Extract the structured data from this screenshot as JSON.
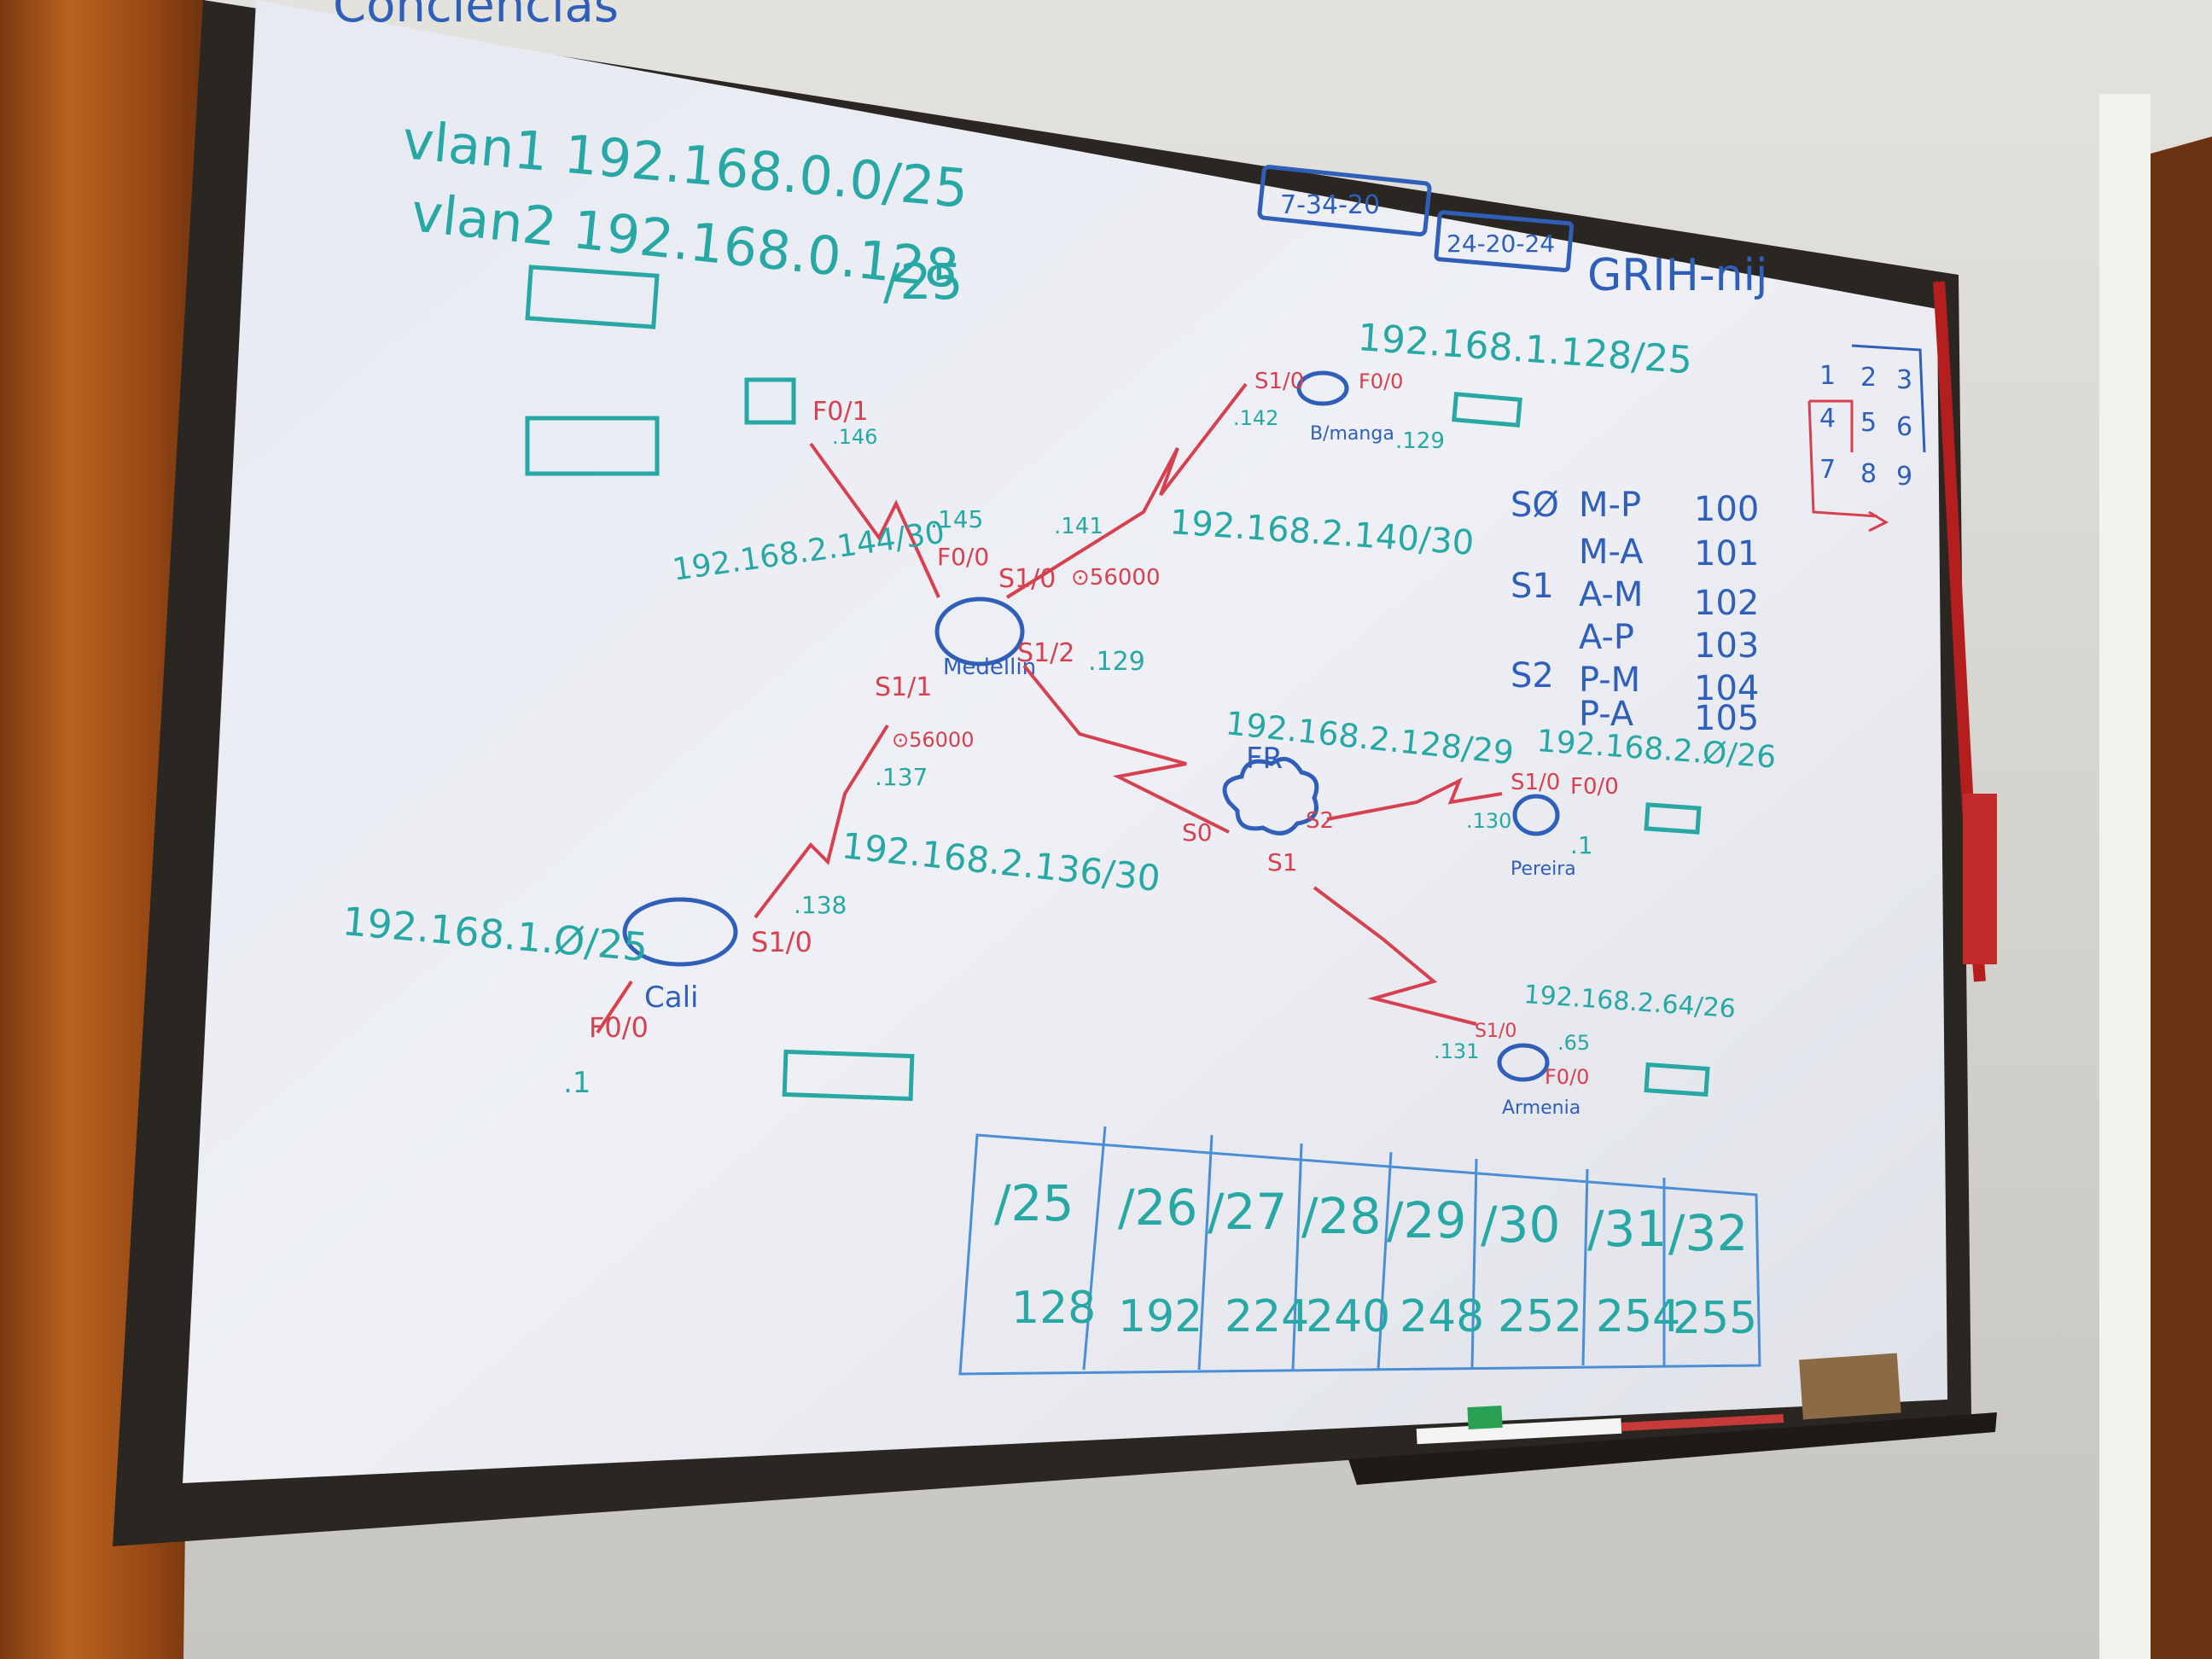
{
  "title": "Conciencias",
  "vlans": {
    "line1": "vlan1 192.168.0.0/25",
    "line2a": "vlan2 192.168.0.128",
    "line2b": "/25"
  },
  "boxes_top": {
    "box1": "7-34-20",
    "box2": "24-20-24",
    "code": "GRIH-nij"
  },
  "net_bmanga": "192.168.1.128/25",
  "net_140": "192.168.2.140/30",
  "net_144": "192.168.2.144/30",
  "net_136": "192.168.2.136/30",
  "net_128": "192.168.2.128/29",
  "net_0_26": "192.168.2.Ø/26",
  "net_64": "192.168.2.64/26",
  "net_cali": "192.168.1.Ø/25",
  "routers": {
    "medellin": "Medellin",
    "bmanga": "B/manga",
    "cali": "Cali",
    "pereira": "Pereira",
    "armenia": "Armenia",
    "fr": "FR"
  },
  "interfaces": {
    "f01": "F0/1",
    "dot146": ".146",
    "dot145": ".145",
    "f00_med": "F0/0",
    "dot141": ".141",
    "s10_med": "S1/0",
    "clk1": "⊙56000",
    "s12": "S1/2",
    "dot129": ".129",
    "s11": "S1/1",
    "clk2": "⊙56000",
    "dot137": ".137",
    "s10_bm": "S1/0",
    "f00_bm": "F0/0",
    "dot142": ".142",
    "dot129b": ".129",
    "dot138": ".138",
    "s10_cali": "S1/0",
    "f00_cali": "F0/0",
    "dot1_cali": ".1",
    "s0": "S0",
    "s1": "S1",
    "s2": "S2",
    "s10_per": "S1/0",
    "f00_per": "F0/0",
    "dot130": ".130",
    "dot1_per": ".1",
    "s10_arm": "S1/0",
    "f00_arm": "F0/0",
    "dot131": ".131",
    "dot65": ".65"
  },
  "dlci_table": [
    {
      "port": "SØ",
      "pair": "M-P",
      "dlci": "100"
    },
    {
      "port": "",
      "pair": "M-A",
      "dlci": "101"
    },
    {
      "port": "S1",
      "pair": "A-M",
      "dlci": "102"
    },
    {
      "port": "",
      "pair": "A-P",
      "dlci": "103"
    },
    {
      "port": "S2",
      "pair": "P-M",
      "dlci": "104"
    },
    {
      "port": "",
      "pair": "P-A",
      "dlci": "105"
    }
  ],
  "grid_digits": [
    "1",
    "2",
    "3",
    "4",
    "5",
    "6",
    "7",
    "8",
    "9"
  ],
  "mask_table": {
    "prefixes": [
      "/25",
      "/26",
      "/27",
      "/28",
      "/29",
      "/30",
      "/31",
      "/32"
    ],
    "masks": [
      "128",
      "192",
      "224",
      "240",
      "248",
      "252",
      "254",
      "255"
    ]
  },
  "colors": {
    "blue": "#2f5fb8",
    "cyan": "#27a8a4",
    "red": "#d6404f",
    "board": "#e9ecf3",
    "frame": "#2a2622",
    "wood": "#a8551c"
  }
}
